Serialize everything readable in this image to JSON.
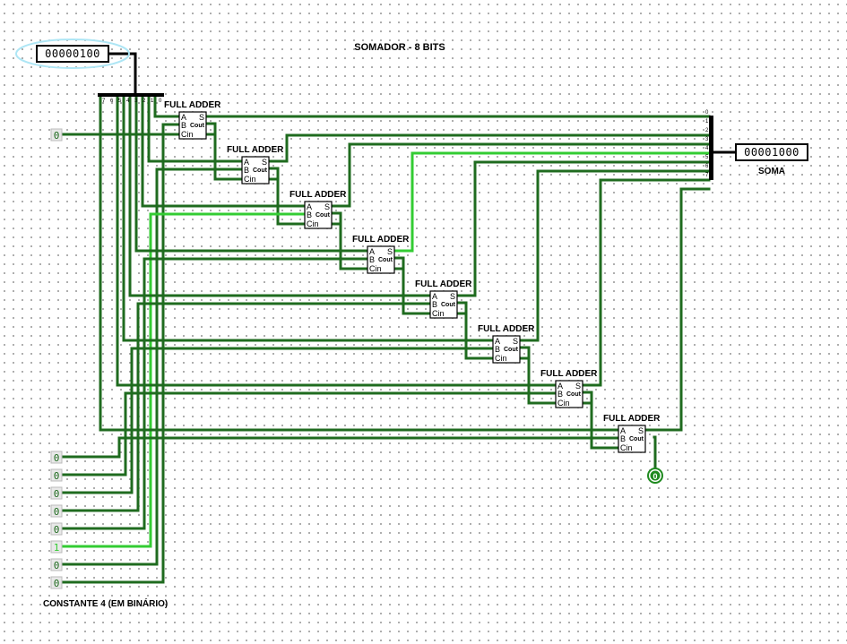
{
  "title": "SOMADOR - 8 BITS",
  "input_register": {
    "value": "00000100"
  },
  "output_register": {
    "value": "00001000",
    "label": "SOMA"
  },
  "constant_label": "CONSTANTE 4 (EM BINÁRIO)",
  "carry_in_value": "0",
  "constant_inputs": [
    "0",
    "0",
    "0",
    "0",
    "0",
    "1",
    "0",
    "0"
  ],
  "adder_title": "FULL ADDER",
  "adder_pins": {
    "a": "A",
    "b": "B",
    "cin": "Cin",
    "s": "S",
    "cout": "Cout"
  },
  "adders": [
    {
      "label": "FULL ADDER"
    },
    {
      "label": "FULL ADDER"
    },
    {
      "label": "FULL ADDER"
    },
    {
      "label": "FULL ADDER"
    },
    {
      "label": "FULL ADDER"
    },
    {
      "label": "FULL ADDER"
    },
    {
      "label": "FULL ADDER"
    },
    {
      "label": "FULL ADDER"
    }
  ],
  "output_bit_indices": [
    "0",
    "1",
    "2",
    "3",
    "4",
    "5",
    "6",
    "7"
  ],
  "input_bit_indices": [
    "7",
    "6",
    "5",
    "4",
    "3",
    "2",
    "1",
    "0"
  ],
  "carry_out_probe": "0",
  "colors": {
    "wire_low": "#1f6b1f",
    "wire_high": "#33cc33",
    "wire_bus": "#000000",
    "selection": "#aee6f5"
  }
}
